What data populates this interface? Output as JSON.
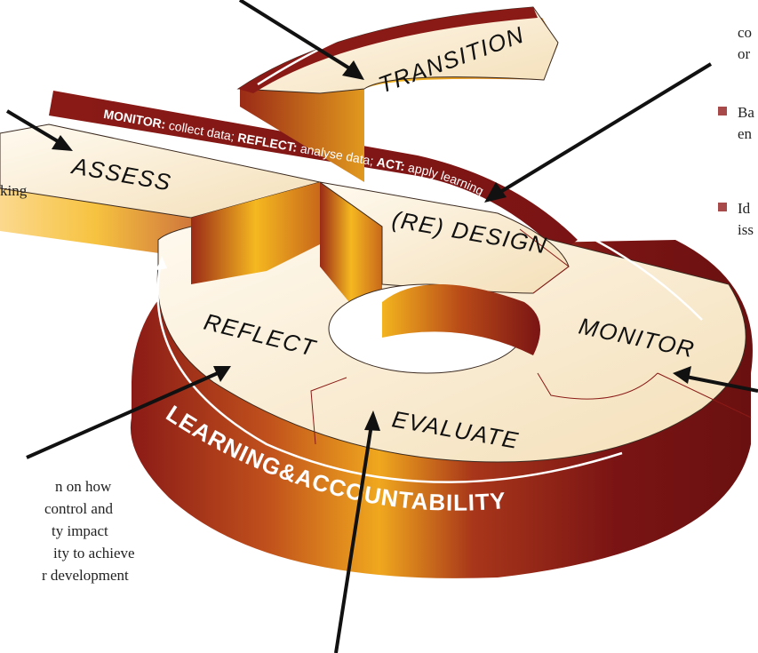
{
  "stages": {
    "transition": "TRANSITION",
    "assess": "ASSESS",
    "redesign": "(RE) DESIGN",
    "monitor": "MONITOR",
    "reflect": "REFLECT",
    "evaluate": "EVALUATE"
  },
  "band": {
    "monitor_key": "MONITOR:",
    "monitor_text": " collect data; ",
    "reflect_key": "REFLECT:",
    "reflect_text": " analyse data; ",
    "act_key": "ACT:",
    "act_text": " apply learning"
  },
  "rim_text": "LEARNING&ACCOUNTABILITY",
  "side_notes": {
    "top_right_1": "co",
    "top_right_2": "or",
    "bullet_1": "Ba",
    "bullet_1b": "en",
    "bullet_2": "Id",
    "bullet_2b": "iss",
    "left_fragment": "king",
    "bottom_left_1": "n on how",
    "bottom_left_2": "control and",
    "bottom_left_3": "ty impact",
    "bottom_left_4": "ity to achieve",
    "bottom_left_5": "r development"
  },
  "colors": {
    "maroon": "#7a1414",
    "gold": "#f2b21a",
    "cream": "#fbf0dc",
    "bullet": "#a84a4a"
  }
}
